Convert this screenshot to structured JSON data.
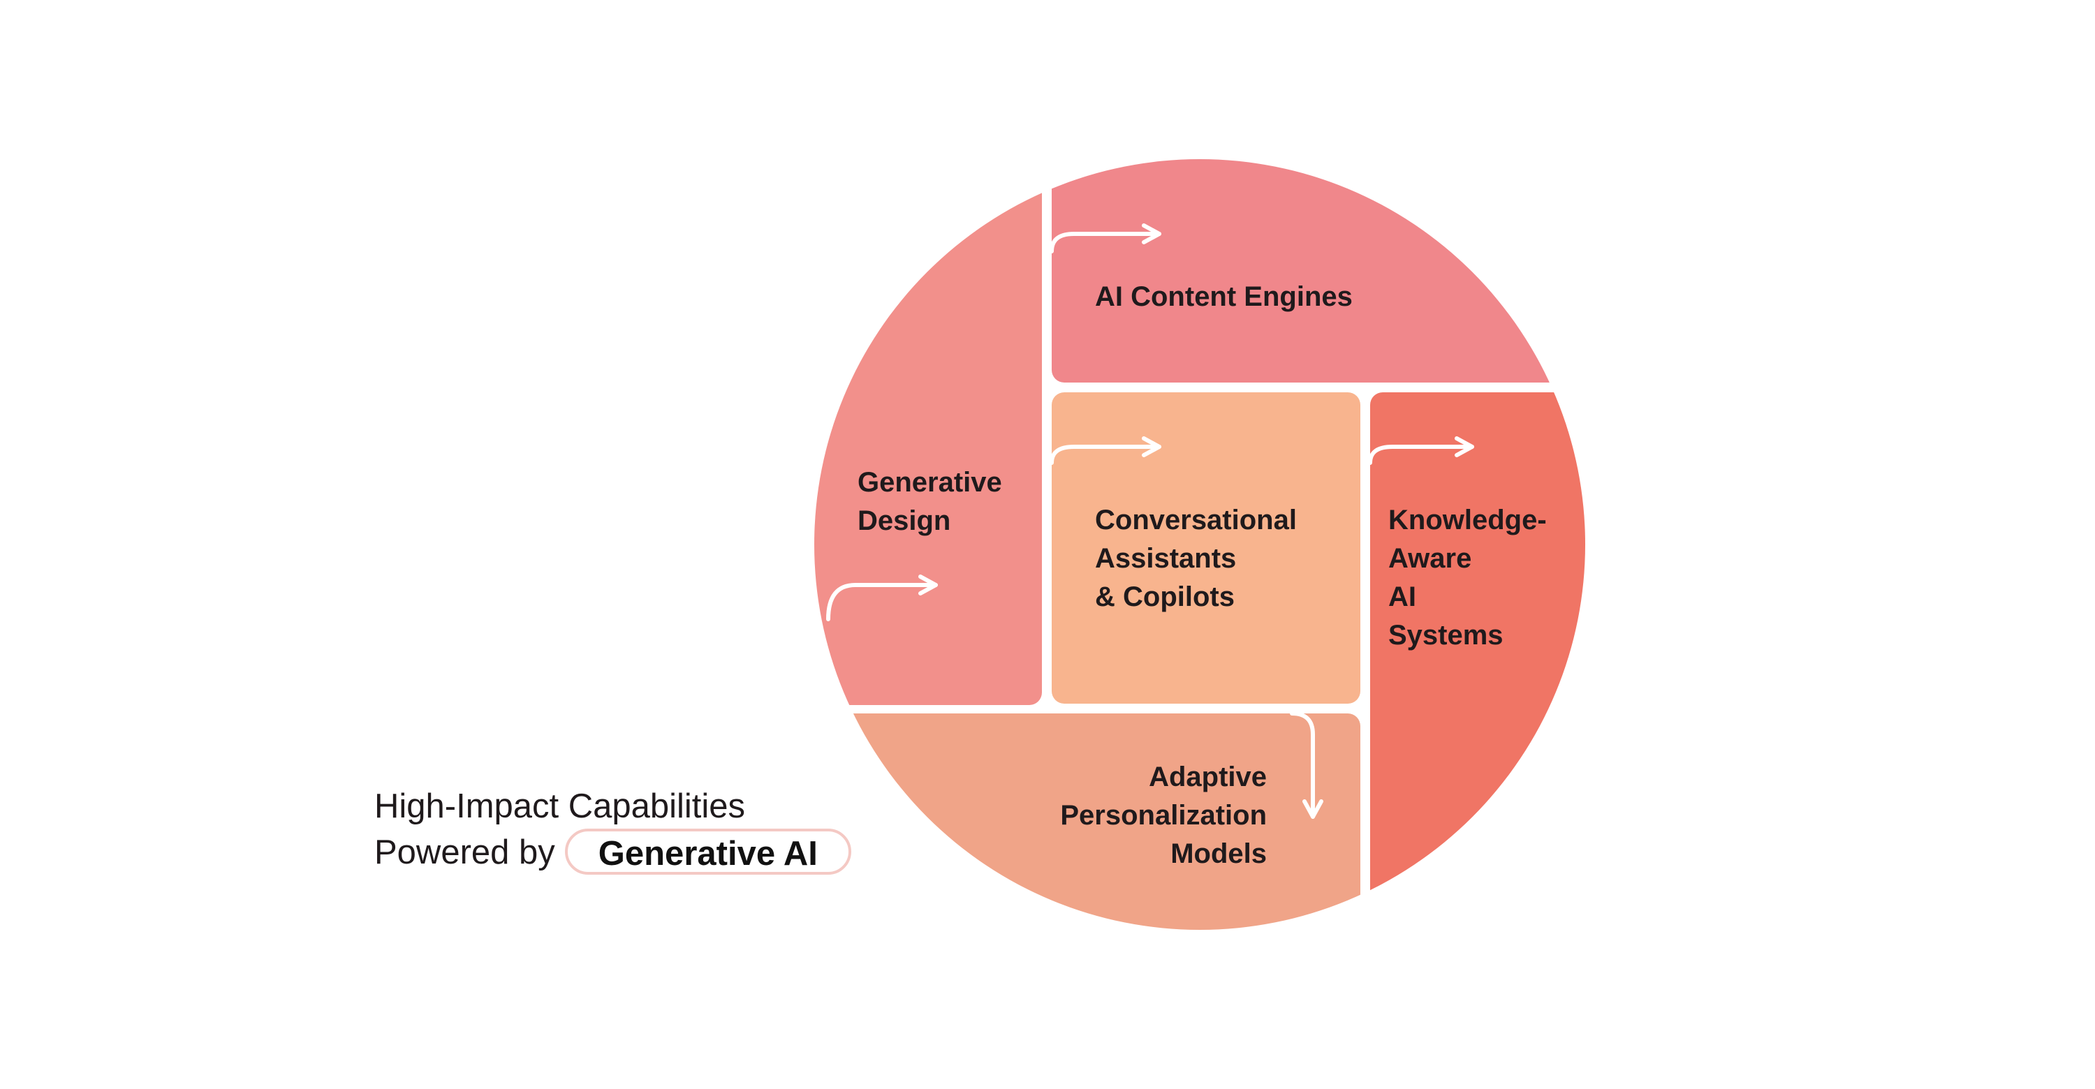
{
  "colors": {
    "background": "#ffffff",
    "generative_design": "#f2908b",
    "content_engines": "#f0878b",
    "conversational": "#f8b48e",
    "knowledge_aware": "#f07565",
    "adaptive": "#f0a488",
    "arrow": "#ffffff",
    "pill_border": "#f4c9c4"
  },
  "segments": {
    "generative_design": {
      "lines": [
        "Generative",
        "Design"
      ]
    },
    "content_engines": {
      "lines": [
        "AI Content Engines"
      ]
    },
    "conversational": {
      "lines": [
        "Conversational",
        "Assistants",
        "& Copilots"
      ]
    },
    "knowledge_aware": {
      "lines": [
        "Knowledge-",
        "Aware",
        "AI",
        "Systems"
      ]
    },
    "adaptive": {
      "lines": [
        "Adaptive",
        "Personalization",
        "Models"
      ]
    }
  },
  "caption": {
    "line1": "High-Impact Capabilities",
    "line2_prefix": "Powered by",
    "highlight": "Generative AI"
  },
  "icons": {
    "arrows": [
      "arrow-right-icon",
      "arrow-right-icon",
      "arrow-right-icon",
      "arrow-right-icon",
      "arrow-down-icon"
    ]
  }
}
